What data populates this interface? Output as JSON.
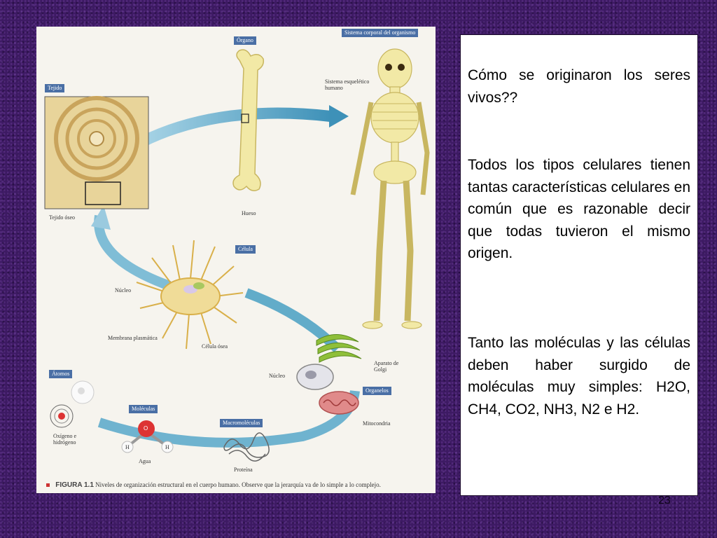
{
  "figure": {
    "tags": {
      "tejido": "Tejido",
      "organo": "Órgano",
      "sistema": "Sistema corporal del organismo",
      "celula": "Célula",
      "atomos": "Átomos",
      "moleculas": "Moléculas",
      "macromoleculas": "Macromoléculas",
      "organelos": "Organelos"
    },
    "labels": {
      "tejido_oseo": "Tejido óseo",
      "hueso": "Hueso",
      "sistema_esqueletico": "Sistema esquelético humano",
      "nucleo_celula": "Núcleo",
      "membrana": "Membrana plasmática",
      "celula_osea": "Célula ósea",
      "nucleo_organelo": "Núcleo",
      "golgi": "Aparato de Golgi",
      "mitocondria": "Mitocondria",
      "oxigeno": "Oxígeno e hidrógeno",
      "agua": "Agua",
      "proteina": "Proteína",
      "o": "O",
      "h1": "H",
      "h2": "H"
    },
    "caption_figure": "FIGURA 1.1",
    "caption_text": "Niveles de organización estructural en el cuerpo humano. Observe que la jerarquía va de lo simple a lo complejo."
  },
  "text": {
    "p1": "Cómo se originaron los seres vivos??",
    "p2": "Todos los tipos celulares tienen tantas características celulares en común que es razonable decir que todas tuvieron el mismo origen.",
    "p3": "Tanto las moléculas y las células deben haber surgido de moléculas muy simples: H2O, CH4, CO2, NH3, N2 e H2."
  },
  "slide_number": "23",
  "colors": {
    "background": "#3d1a63",
    "arrow": "#4a9ec0",
    "bone": "#f2e9a6",
    "tag": "#4a6fa5"
  }
}
